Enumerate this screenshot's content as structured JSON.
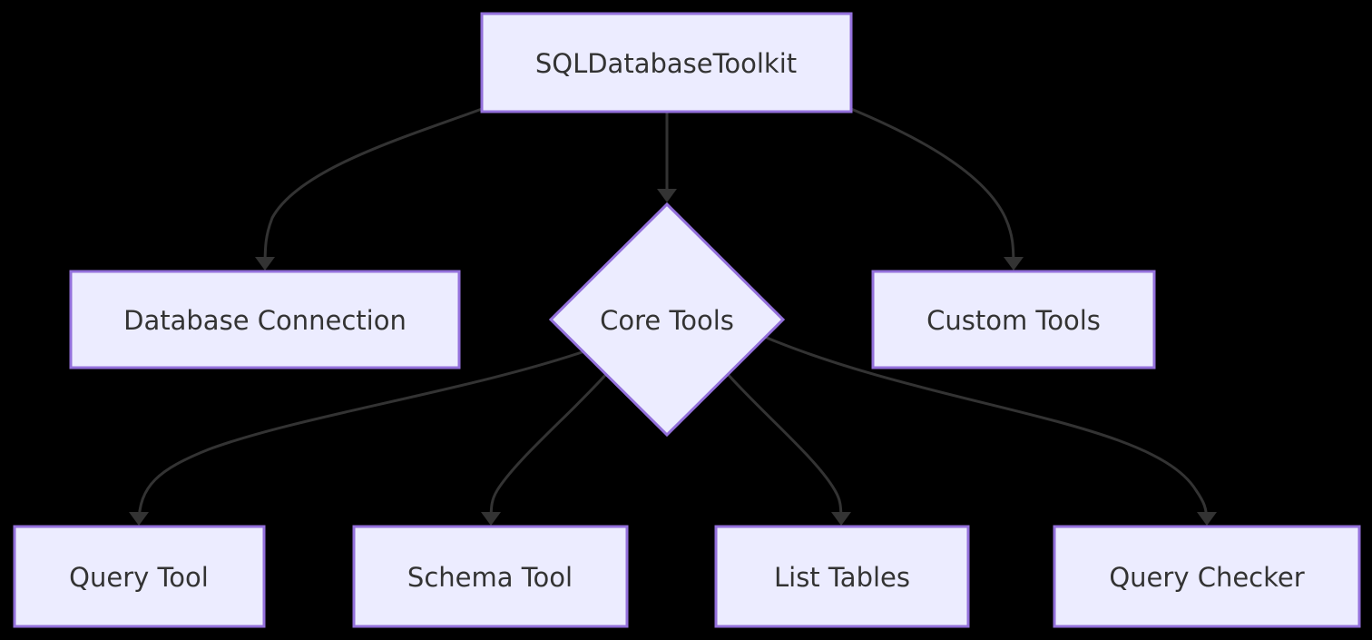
{
  "diagram": {
    "type": "flowchart",
    "direction": "top-down",
    "background_color": "#000000",
    "colors": {
      "node_fill": "#ECECFF",
      "node_border": "#9370DB",
      "edge_color": "#333333",
      "label_color": "#333333"
    },
    "nodes": [
      {
        "id": "toolkit",
        "label": "SQLDatabaseToolkit",
        "shape": "rectangle"
      },
      {
        "id": "database-connection",
        "label": "Database Connection",
        "shape": "rectangle"
      },
      {
        "id": "core-tools",
        "label": "Core Tools",
        "shape": "diamond"
      },
      {
        "id": "custom-tools",
        "label": "Custom Tools",
        "shape": "rectangle"
      },
      {
        "id": "query-tool",
        "label": "Query Tool",
        "shape": "rectangle"
      },
      {
        "id": "schema-tool",
        "label": "Schema Tool",
        "shape": "rectangle"
      },
      {
        "id": "list-tables",
        "label": "List Tables",
        "shape": "rectangle"
      },
      {
        "id": "query-checker",
        "label": "Query Checker",
        "shape": "rectangle"
      }
    ],
    "edges": [
      {
        "from": "SQLDatabaseToolkit",
        "to": "Database Connection"
      },
      {
        "from": "SQLDatabaseToolkit",
        "to": "Core Tools"
      },
      {
        "from": "SQLDatabaseToolkit",
        "to": "Custom Tools"
      },
      {
        "from": "Core Tools",
        "to": "Query Tool"
      },
      {
        "from": "Core Tools",
        "to": "Schema Tool"
      },
      {
        "from": "Core Tools",
        "to": "List Tables"
      },
      {
        "from": "Core Tools",
        "to": "Query Checker"
      }
    ]
  }
}
